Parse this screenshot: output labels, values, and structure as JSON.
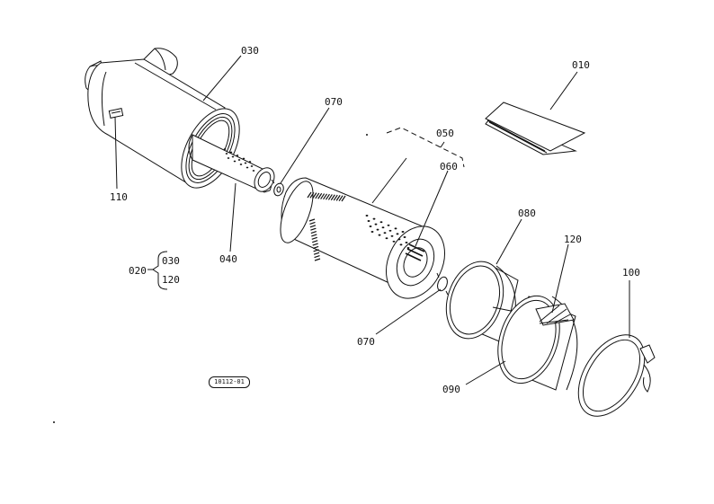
{
  "labels": {
    "p030": "030",
    "p010": "010",
    "p070a": "070",
    "p050": "050",
    "p060": "060",
    "p110": "110",
    "p080": "080",
    "p120": "120",
    "p040": "040",
    "p020": "020",
    "p020_030": "030",
    "p020_120": "120",
    "p100": "100",
    "p070b": "070",
    "p090": "090"
  },
  "stamp": "10112-01",
  "colors": {
    "ink": "#111111",
    "paper": "#ffffff"
  }
}
